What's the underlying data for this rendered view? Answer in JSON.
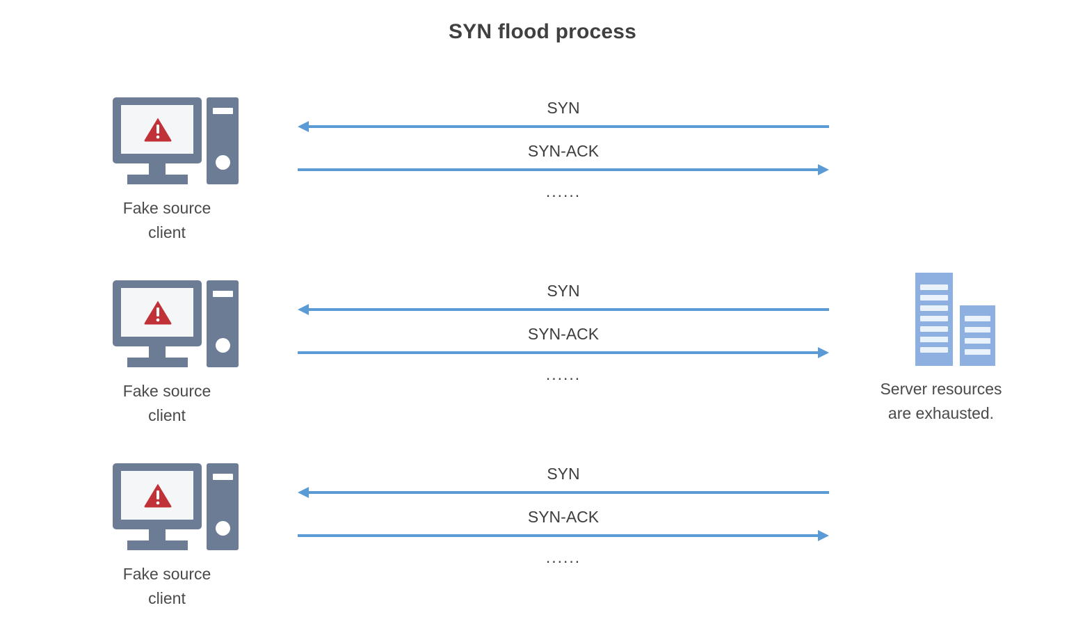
{
  "title": "SYN flood process",
  "colors": {
    "arrow_blue": "#5B9BD5",
    "device_slate": "#6B7C94",
    "server_blue": "#8DB0E0",
    "warning_red": "#C13238",
    "text_gray": "#404040",
    "background": "#FFFFFF"
  },
  "clients": [
    {
      "label": "Fake source\nclient",
      "icon": "client-computer-warning-icon"
    },
    {
      "label": "Fake source\nclient",
      "icon": "client-computer-warning-icon"
    },
    {
      "label": "Fake source\nclient",
      "icon": "client-computer-warning-icon"
    }
  ],
  "server": {
    "label": "Server resources\nare exhausted.",
    "icon": "server-racks-icon"
  },
  "flows": [
    {
      "syn_label": "SYN",
      "syn_direction": "left",
      "synack_label": "SYN-ACK",
      "synack_direction": "right",
      "continuation": "......"
    },
    {
      "syn_label": "SYN",
      "syn_direction": "left",
      "synack_label": "SYN-ACK",
      "synack_direction": "right",
      "continuation": "......"
    },
    {
      "syn_label": "SYN",
      "syn_direction": "left",
      "synack_label": "SYN-ACK",
      "synack_direction": "right",
      "continuation": "......"
    }
  ]
}
